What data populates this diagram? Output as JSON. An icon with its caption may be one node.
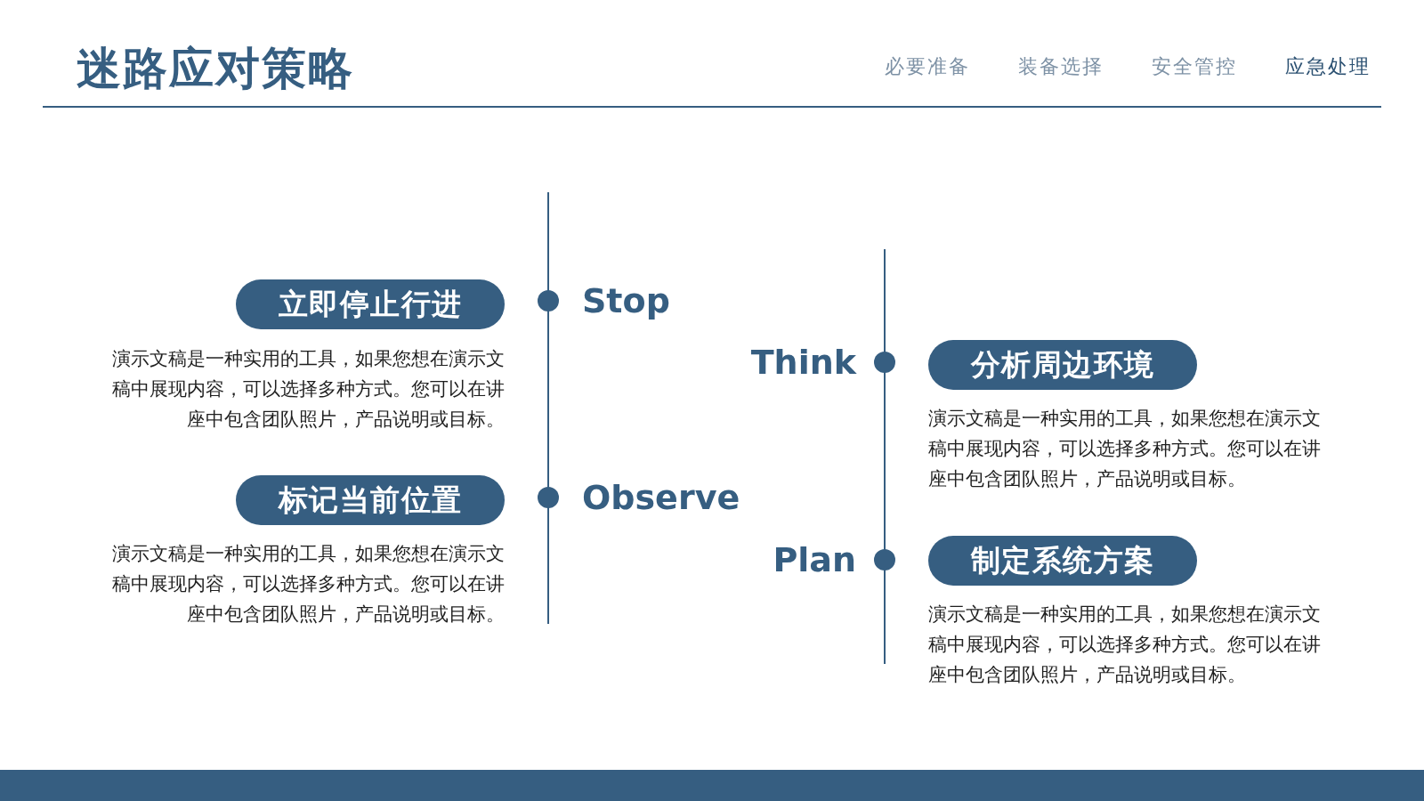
{
  "diagram": {
    "title": "迷路应对策略",
    "nodes": [
      {
        "text": [
          "立即停止行进"
        ],
        "beside": [
          "演示文稿是一种实用的工具，如果您想在演示文稿中展现内容，可以选择多种方式。您可以在讲座中包含团队照片，产品说明或目标。"
        ]
      },
      {
        "text": [
          "分析周边环境"
        ],
        "beside": [
          "演示文稿是一种实用的工具，如果您想在演示文稿中展现内容，可以选择多种方式。您可以在讲座中包含团队照片，产品说明或目标。"
        ]
      },
      {
        "text": [
          "标记当前位置"
        ],
        "beside": [
          "演示文稿是一种实用的工具，如果您想在演示文稿中展现内容，可以选择多种方式。您可以在讲座中包含团队照片，产品说明或目标。"
        ]
      },
      {
        "text": [
          "制定系统方案"
        ],
        "beside": [
          "演示文稿是一种实用的工具，如果您想在演示文稿中展现内容，可以选择多种方式。您可以在讲座中包含团队照片，产品说明或目标。"
        ]
      }
    ],
    "labels": [
      "必要准备",
      "装备选择",
      "安全管控",
      "应急处理",
      "Stop",
      "Think",
      "Observe",
      "Plan"
    ]
  }
}
